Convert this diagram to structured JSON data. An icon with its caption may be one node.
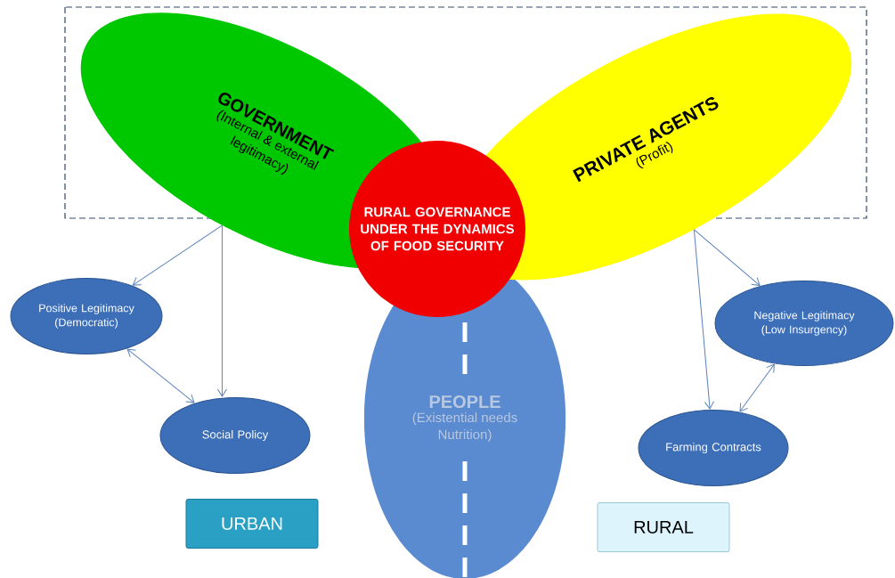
{
  "diagram": {
    "nodes": [
      {
        "text": [
          "GOVERNMENT",
          "(Internal & external legitimacy)"
        ]
      },
      {
        "text": [
          "PRIVATE AGENTS",
          "(Profit)"
        ]
      },
      {
        "text": [
          "RURAL GOVERNANCE UNDER THE DYNAMICS OF FOOD SECURITY"
        ]
      },
      {
        "text": [
          "PEOPLE",
          "(Existential needs Nutrition)"
        ]
      },
      {
        "text": [
          "Positive Legitimacy (Democratic)"
        ]
      },
      {
        "text": [
          "Social Policy"
        ]
      },
      {
        "text": [
          "Negative Legitimacy (Low Insurgency)"
        ]
      },
      {
        "text": [
          "Farming Contracts"
        ]
      },
      {
        "text": [
          "URBAN"
        ]
      },
      {
        "text": [
          "RURAL"
        ]
      }
    ],
    "edges": [
      {
        "from": 0,
        "to": 4,
        "arrow": "to"
      },
      {
        "from": 0,
        "to": 5,
        "arrow": "to"
      },
      {
        "from": 4,
        "to": 5,
        "arrow": "both"
      },
      {
        "from": 1,
        "to": 6,
        "arrow": "to"
      },
      {
        "from": 1,
        "to": 7,
        "arrow": "to"
      },
      {
        "from": 6,
        "to": 7,
        "arrow": "both"
      }
    ]
  }
}
